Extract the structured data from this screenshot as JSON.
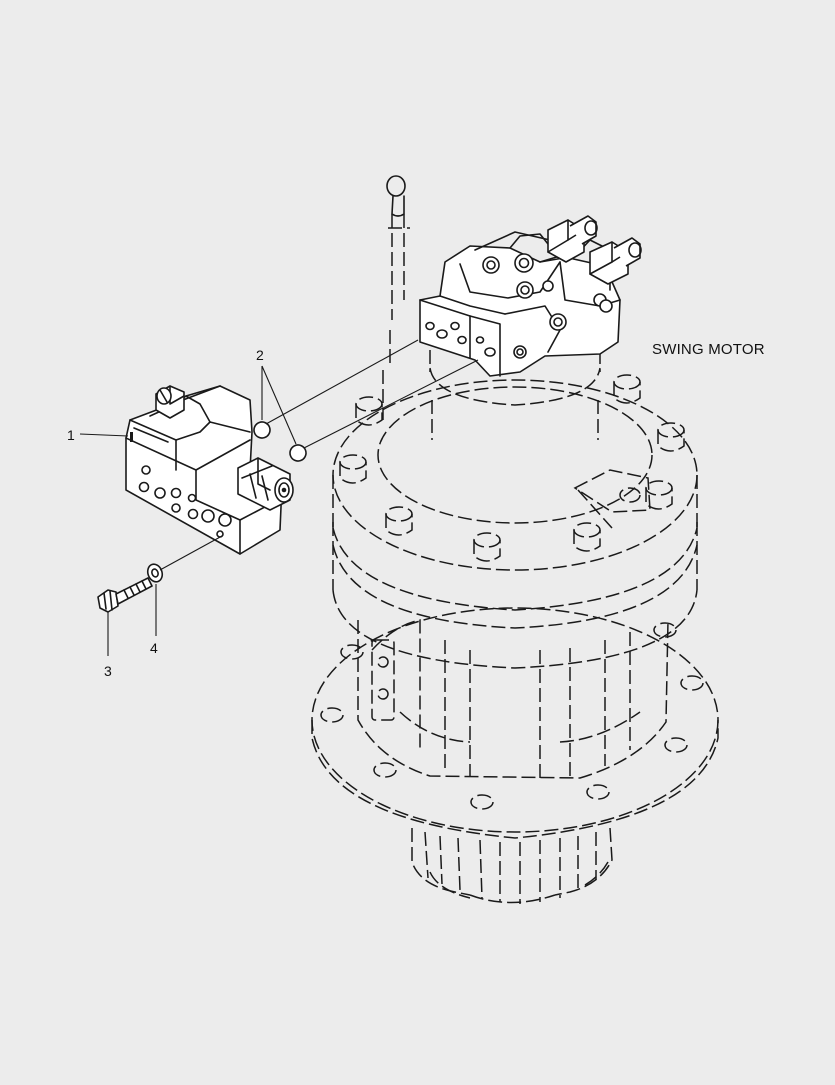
{
  "diagram": {
    "title": "SWING MOTOR",
    "callouts": [
      {
        "id": "1",
        "label": "1"
      },
      {
        "id": "2",
        "label": "2"
      },
      {
        "id": "3",
        "label": "3"
      },
      {
        "id": "4",
        "label": "4"
      }
    ]
  },
  "colors": {
    "background": "#ececec",
    "line": "#1a1a1a",
    "fill": "#ffffff"
  }
}
